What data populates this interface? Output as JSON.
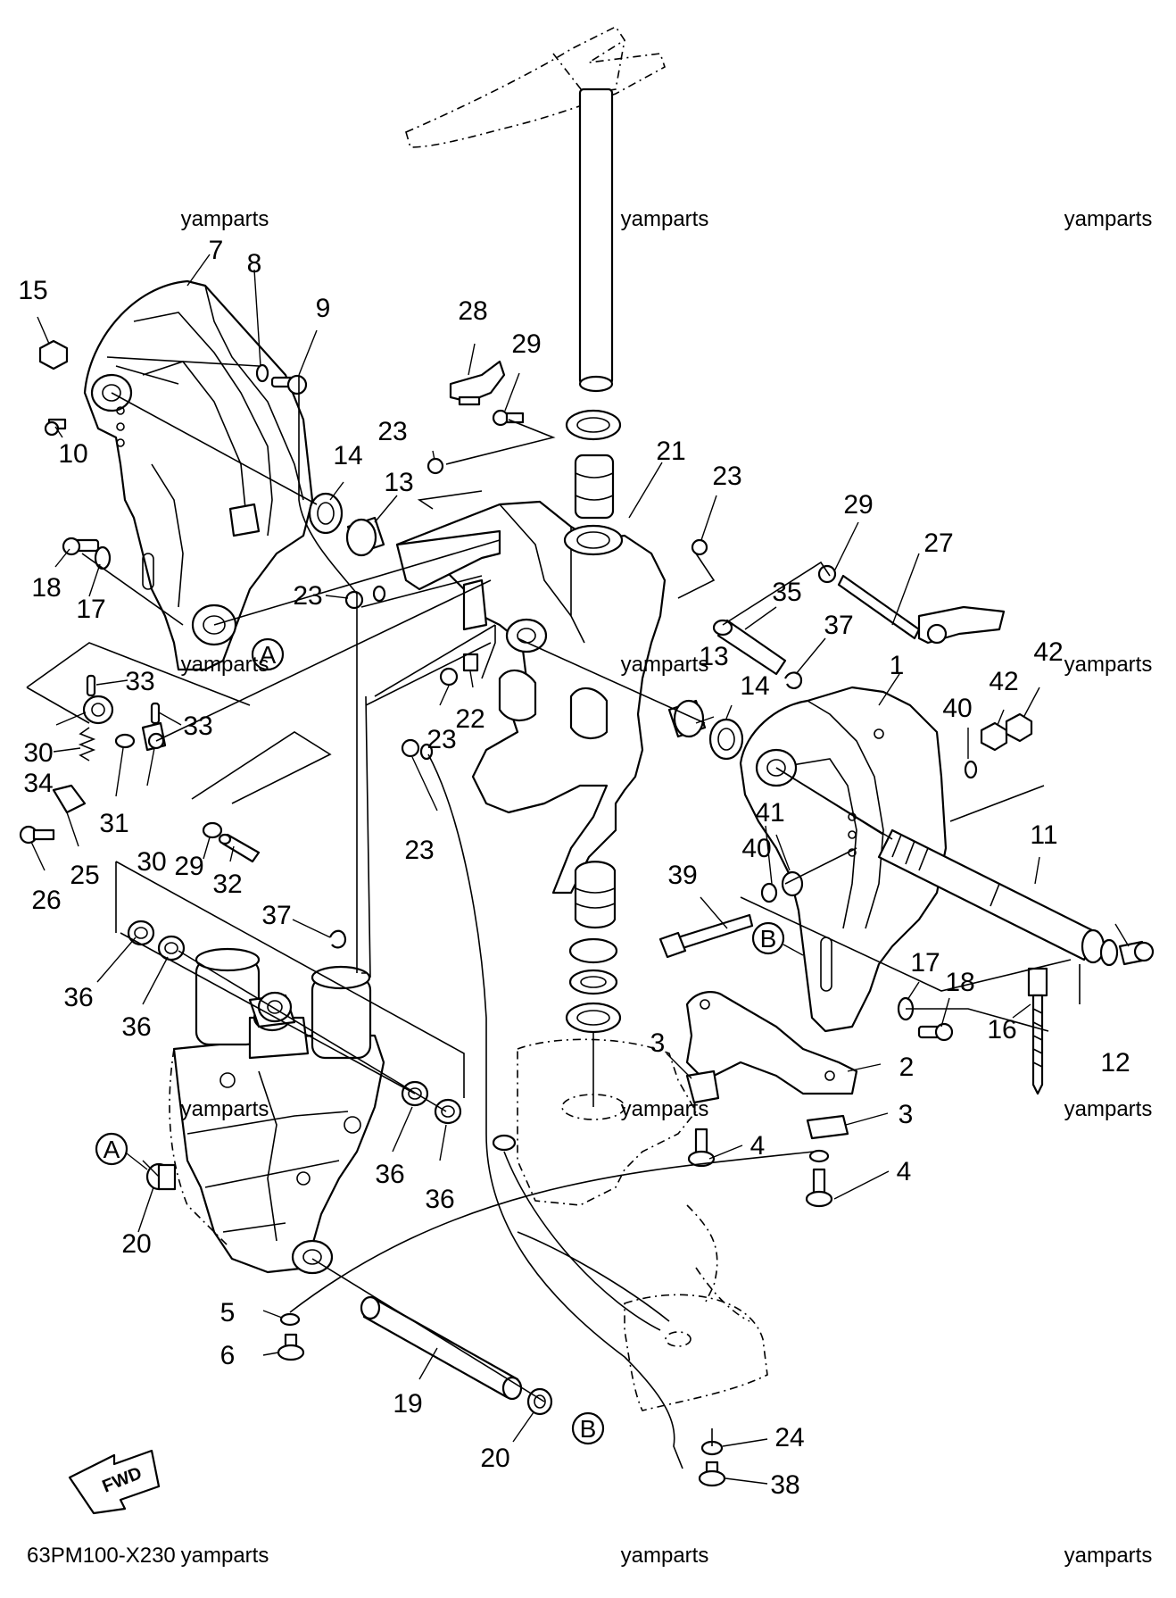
{
  "diagram": {
    "code": "63PM100-X230",
    "watermark": "yamparts",
    "fwd_label": "FWD",
    "ref_a": "A",
    "ref_b": "B",
    "callouts": [
      "1",
      "2",
      "3",
      "3",
      "4",
      "4",
      "5",
      "6",
      "7",
      "8",
      "9",
      "10",
      "11",
      "12",
      "13",
      "13",
      "14",
      "14",
      "15",
      "16",
      "17",
      "17",
      "18",
      "18",
      "19",
      "20",
      "20",
      "21",
      "22",
      "23",
      "23",
      "23",
      "23",
      "23",
      "24",
      "25",
      "26",
      "27",
      "28",
      "29",
      "29",
      "29",
      "30",
      "30",
      "31",
      "32",
      "33",
      "33",
      "34",
      "35",
      "36",
      "36",
      "36",
      "36",
      "37",
      "37",
      "38",
      "39",
      "40",
      "40",
      "41",
      "42",
      "42"
    ]
  }
}
